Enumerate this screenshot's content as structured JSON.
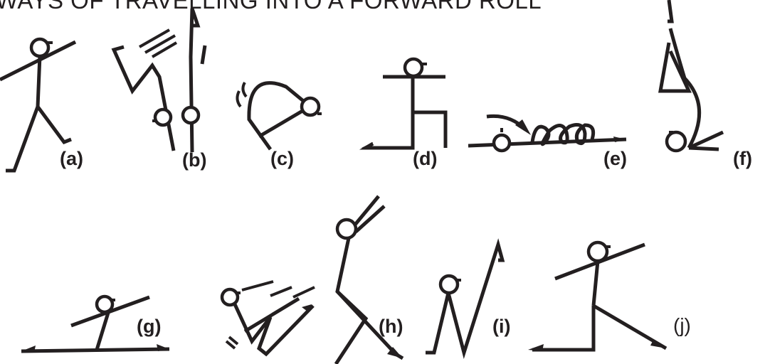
{
  "title": "WAYS OF TRAVELLING INTO A FORWARD ROLL",
  "figures": [
    {
      "id": "a",
      "label": "(a)"
    },
    {
      "id": "b",
      "label": "(b)"
    },
    {
      "id": "c",
      "label": "(c)"
    },
    {
      "id": "d",
      "label": "(d)"
    },
    {
      "id": "e",
      "label": "(e)"
    },
    {
      "id": "f",
      "label": "(f)"
    },
    {
      "id": "g",
      "label": "(g)"
    },
    {
      "id": "h",
      "label": "(h)"
    },
    {
      "id": "i",
      "label": "(i)"
    },
    {
      "id": "j",
      "label": "(j)"
    }
  ],
  "colors": {
    "ink": "#231f20",
    "background": "#ffffff"
  }
}
